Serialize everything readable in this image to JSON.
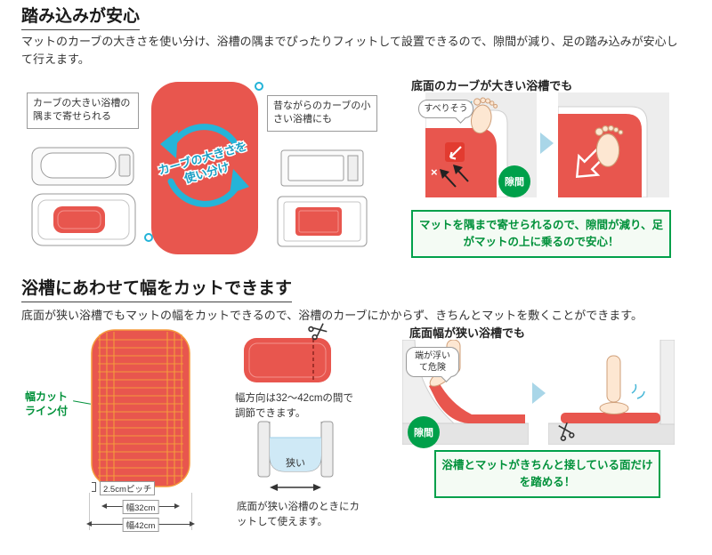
{
  "colors": {
    "mat_red": "#e8564e",
    "accent_blue": "#25b4d8",
    "green": "#00913a",
    "badge_green": "#00a04a",
    "orange": "#f59b3c"
  },
  "section1": {
    "heading": "踏み込みが安心",
    "body": "マットのカーブの大きさを使い分け、浴槽の隅までぴったりフィットして設置できるので、隙間が減り、足の踏み込みが安心して行えます。",
    "left_callout": "カーブの大きい浴槽の隅まで寄せられる",
    "center_label_1": "カーブの大きさを",
    "center_label_2": "使い分け",
    "right_callout": "昔ながらのカーブの小さい浴槽にも",
    "demo_title": "底面のカーブが大きい浴槽でも",
    "bubble": "すべりそう",
    "gap_badge": "隙間",
    "benefit": "マットを隅まで寄せられるので、隙間が減り、足がマットの上に乗るので安心！"
  },
  "section2": {
    "heading": "浴槽にあわせて幅をカットできます",
    "body": "底面が狭い浴槽でもマットの幅をカットできるので、浴槽のカーブにかからず、きちんとマットを敷くことができます。",
    "cut_line_label": "幅カットライン付",
    "pitch_label": "2.5cmピッチ",
    "width_inner": "幅32cm",
    "width_outer": "幅42cm",
    "adjust_note": "幅方向は32〜42cmの間で調節できます。",
    "narrow_label": "狭い",
    "cut_note": "底面が狭い浴槽のときにカットして使えます。",
    "demo_title": "底面幅が狭い浴槽でも",
    "bubble": "端が浮いて危険",
    "gap_badge": "隙間",
    "benefit": "浴槽とマットがきちんと接している面だけを踏める！"
  }
}
